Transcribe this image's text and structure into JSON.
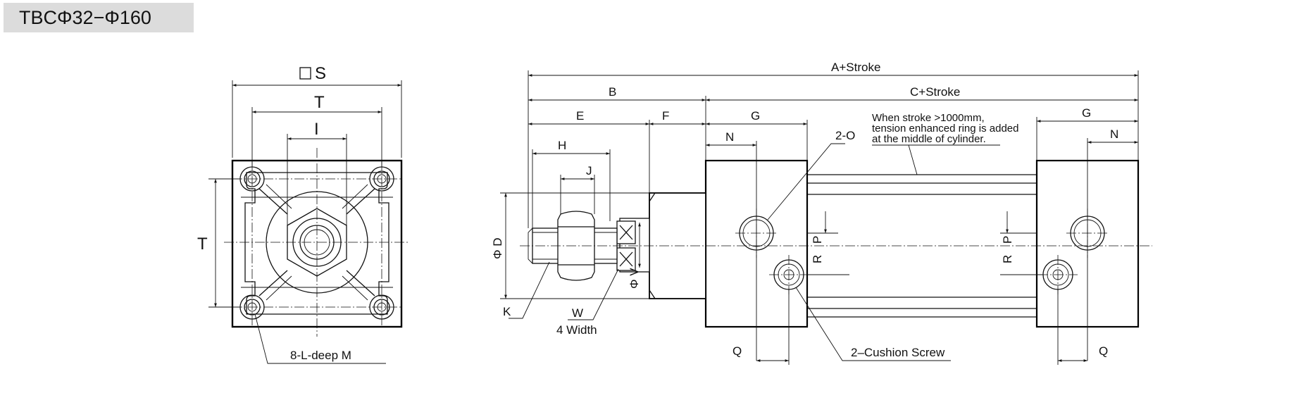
{
  "title": "TBCΦ32−Φ160",
  "front_view": {
    "dim_s": "S",
    "dim_t_top": "T",
    "dim_i": "I",
    "dim_t_left": "T",
    "hole_note": "8-L-deep M"
  },
  "side_view": {
    "dim_a": "A+Stroke",
    "dim_b": "B",
    "dim_c": "C+Stroke",
    "dim_e": "E",
    "dim_f": "F",
    "dim_g_left": "G",
    "dim_g_right": "G",
    "dim_h": "H",
    "dim_j": "J",
    "dim_n_left": "N",
    "dim_n_right": "N",
    "port_note": "2-O",
    "note_line1": "When stroke >1000mm,",
    "note_line2": "tension enhanced ring is added",
    "note_line3": "at the middle of cylinder.",
    "dim_d": "Φ D",
    "dim_v": "Φ V",
    "dim_k": "K",
    "dim_w": "W",
    "width_note": "4 Width",
    "dim_p_left": "P",
    "dim_r_left": "R",
    "dim_p_right": "P",
    "dim_r_right": "R",
    "dim_q_left": "Q",
    "dim_q_right": "Q",
    "cushion_note": "2–Cushion Screw"
  }
}
